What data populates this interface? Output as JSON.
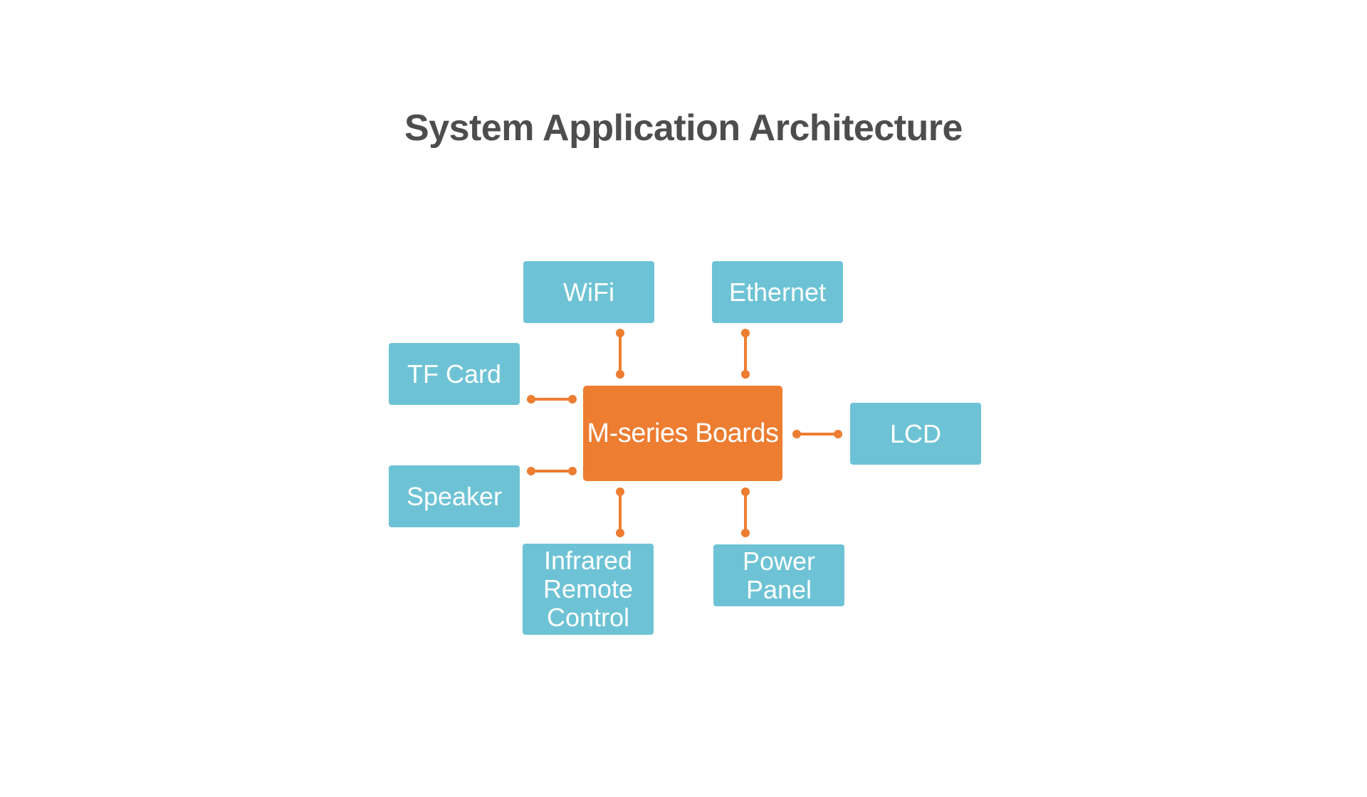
{
  "title": "System Application Architecture",
  "colors": {
    "hub": "#ed7d31",
    "node": "#6dc3d5",
    "connector": "#ed7d31",
    "title": "#4d4d4d"
  },
  "hub": {
    "label": "M-series Boards"
  },
  "nodes": [
    {
      "id": "wifi",
      "label": "WiFi",
      "side": "top"
    },
    {
      "id": "ethernet",
      "label": "Ethernet",
      "side": "top"
    },
    {
      "id": "tf-card",
      "label": "TF Card",
      "side": "left"
    },
    {
      "id": "speaker",
      "label": "Speaker",
      "side": "left"
    },
    {
      "id": "lcd",
      "label": "LCD",
      "side": "right"
    },
    {
      "id": "infrared-remote-control",
      "label": "Infrared\nRemote\nControl",
      "side": "bottom"
    },
    {
      "id": "power-panel",
      "label": "Power\nPanel",
      "side": "bottom"
    }
  ],
  "edges": [
    {
      "from": "hub",
      "to": "wifi"
    },
    {
      "from": "hub",
      "to": "ethernet"
    },
    {
      "from": "hub",
      "to": "tf-card"
    },
    {
      "from": "hub",
      "to": "speaker"
    },
    {
      "from": "hub",
      "to": "lcd"
    },
    {
      "from": "hub",
      "to": "infrared-remote-control"
    },
    {
      "from": "hub",
      "to": "power-panel"
    }
  ]
}
